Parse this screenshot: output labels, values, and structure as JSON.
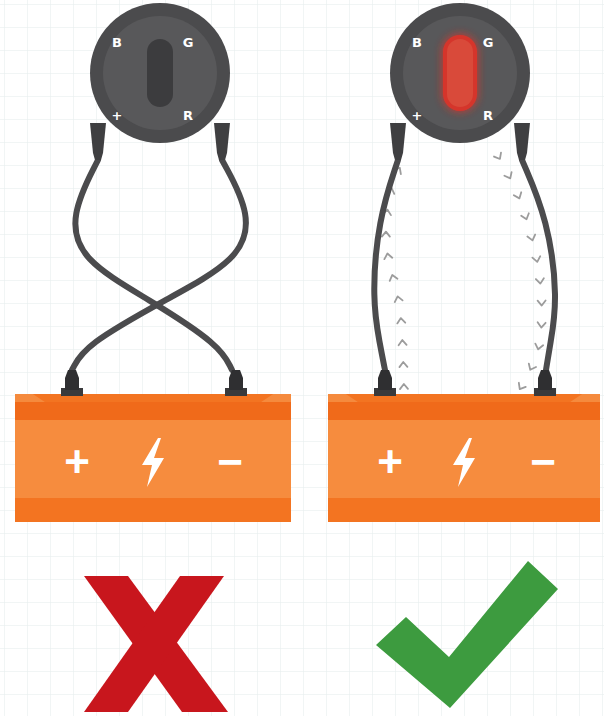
{
  "diagram": {
    "nodes": [
      {
        "text": [
          "B",
          "G",
          "+",
          "R"
        ]
      },
      {
        "text": [
          "B",
          "G",
          "+",
          "R"
        ]
      },
      {
        "text": [
          "+",
          "−"
        ]
      },
      {
        "text": [
          "+",
          "−"
        ]
      }
    ],
    "edges": [
      {
        "from": 0,
        "to": 2,
        "arrow": "none"
      },
      {
        "from": 0,
        "to": 2,
        "arrow": "none"
      },
      {
        "from": 1,
        "to": 3,
        "arrow": "none"
      },
      {
        "from": 1,
        "to": 3,
        "arrow": "none"
      }
    ]
  }
}
